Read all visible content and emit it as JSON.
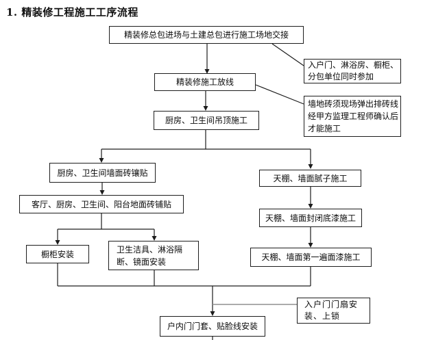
{
  "page_title": "1. 精装修工程施工工序流程",
  "flow": {
    "handover": {
      "label": "精装修总包进场与土建总包进行施工场地交接"
    },
    "setting_out": {
      "label": "精装修施工放线"
    },
    "ceiling_work": {
      "label": "厨房、卫生间吊顶施工"
    },
    "wall_tiling": {
      "label": "厨房、卫生间墙面砖镶贴"
    },
    "floor_tiling": {
      "label": "客厅、厨房、卫生间、阳台地面砖铺贴"
    },
    "cabinet_install": {
      "label": "橱柜安装"
    },
    "sanitary_install": {
      "label": "卫生洁具、淋浴隔断、镜面安装",
      "lines": [
        "卫生洁具、淋浴隔",
        "断、镜面安装"
      ]
    },
    "putty_work": {
      "label": "天棚、墙面腻子施工"
    },
    "primer_work": {
      "label": "天棚、墙面封闭底漆施工"
    },
    "first_topcoat": {
      "label": "天棚、墙面第一遍面漆施工"
    },
    "interior_door_trim": {
      "label": "户内门门套、贴脸线安装"
    },
    "entry_door_install": {
      "label": "入户门门扇安装、上锁",
      "lines": [
        "入户门门扇安",
        "装、上锁"
      ]
    },
    "note_participants": {
      "label": "入户门、淋浴房、橱柜、分包单位同时参加",
      "lines": [
        "入户门、淋浴房、橱柜、",
        "分包单位同时参加"
      ]
    },
    "note_tile_layout": {
      "label": "墙地砖须现场弹出排砖线经甲方监理工程师确认后才能施工",
      "lines": [
        "墙地砖须现场弹出排砖线",
        "经甲方监理工程师确认后",
        "才能施工"
      ]
    }
  },
  "colors": {
    "line": "#1c1c1c",
    "note_connector": "#8f8f8f",
    "box_border": "#1c1c1c"
  }
}
